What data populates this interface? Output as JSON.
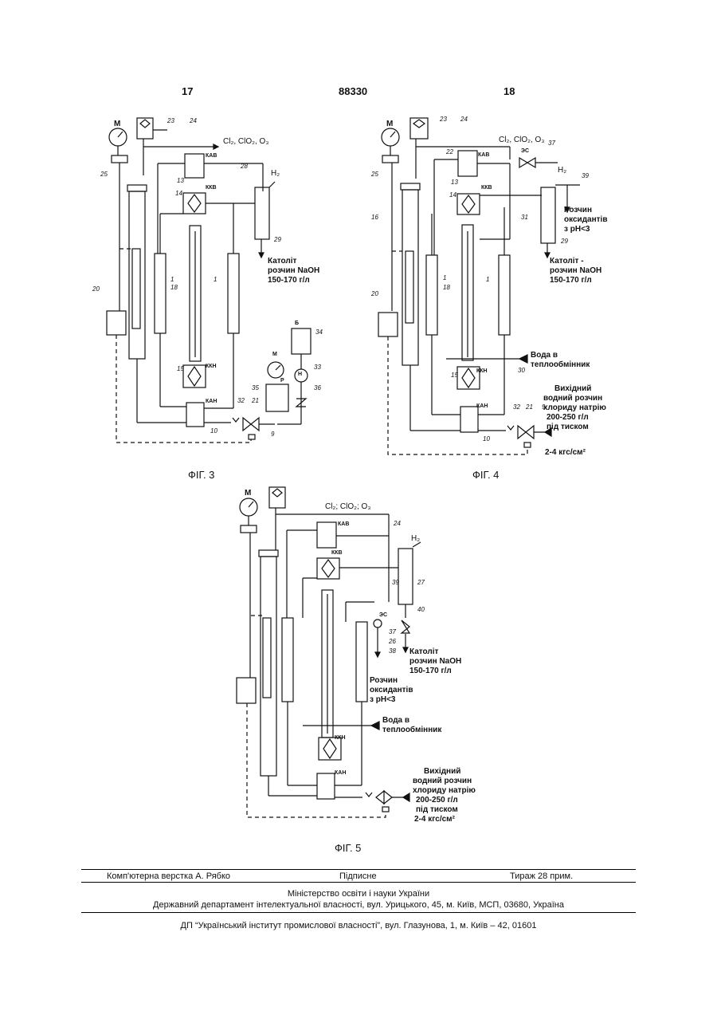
{
  "header": {
    "page_left": "17",
    "patent_number": "88330",
    "page_right": "18"
  },
  "fig3": {
    "caption": "ФІГ. 3",
    "gas": "Cl₂, ClO₂, O₃",
    "gauge": "M",
    "h2": "H₂",
    "catholyte": [
      "Католіт",
      "розчин NaOH",
      "150-170 г/л"
    ],
    "tags": {
      "kav": "КАВ",
      "kkv": "ККВ",
      "kkn": "ККН",
      "kan": "КАН",
      "b": "Б",
      "p": "Р",
      "n": "Н",
      "m2": "М"
    },
    "nums": {
      "n23": "23",
      "n24": "24",
      "n25": "25",
      "n28": "28",
      "n29": "29",
      "n13": "13",
      "n14": "14",
      "n1a": "1",
      "n1b": "1",
      "n18": "18",
      "n20": "20",
      "n15": "15",
      "n34": "34",
      "n33": "33",
      "n35": "35",
      "n36": "36",
      "n32": "32",
      "n21": "21",
      "n10": "10",
      "n9": "9"
    }
  },
  "fig4": {
    "caption": "ФІГ. 4",
    "gas": "Cl₂, ClO₂, O₃",
    "gauge": "M",
    "h2": "H₂",
    "oxidants": [
      "Розчин",
      "оксидантів",
      "з рН<3"
    ],
    "catholyte": [
      "Католіт -",
      "розчин NaOH",
      "150-170 г/л"
    ],
    "water": [
      "Вода в",
      "теплообмінник"
    ],
    "feed": [
      "Вихідний",
      "водний розчин",
      "хлориду натрію",
      "200-250 г/л",
      "під тиском",
      "2-4 кгс/см²"
    ],
    "tags": {
      "kav": "КАВ",
      "kkv": "ККВ",
      "kkn": "ККН",
      "kan": "КАН",
      "es": "ЭС"
    },
    "nums": {
      "n23": "23",
      "n24": "24",
      "n37": "37",
      "n22": "22",
      "n25": "25",
      "n13": "13",
      "n14": "14",
      "n16": "16",
      "n39": "39",
      "n31": "31",
      "n29": "29",
      "n1a": "1",
      "n18": "18",
      "n1b": "1",
      "n20": "20",
      "n15": "15",
      "n30": "30",
      "n32": "32",
      "n21": "21",
      "n9": "9",
      "n10": "10"
    }
  },
  "fig5": {
    "caption": "ФІГ. 5",
    "gas": "Cl₂; ClO₂; O₃",
    "gauge": "M",
    "h2": "H₂",
    "catholyte": [
      "Католіт",
      "розчин NaOH",
      "150-170 г/л"
    ],
    "oxidants": [
      "Розчин",
      "оксидантів",
      "з рН<3"
    ],
    "water": [
      "Вода в",
      "теплообмінник"
    ],
    "feed": [
      "Вихідний",
      "водний розчин",
      "хлориду натрію",
      "200-250 г/л",
      "під тиском",
      "2-4 кгс/см²"
    ],
    "tags": {
      "kav": "КАВ",
      "kkv": "ККВ",
      "kkn": "ККН",
      "kan": "КАН",
      "es": "ЭС"
    },
    "nums": {
      "n24": "24",
      "n39": "39",
      "n27": "27",
      "n40": "40",
      "n37": "37",
      "n26": "26",
      "n38": "38"
    }
  },
  "footer": {
    "layout_by": "Комп'ютерна верстка А. Рябко",
    "signed": "Підписне",
    "circulation": "Тираж 28 прим.",
    "ministry": "Міністерство освіти і науки України",
    "department": "Державний департамент інтелектуальної власності, вул. Урицького, 45, м. Київ, МСП, 03680, Україна",
    "institute": "ДП “Український інститут промислової власності”, вул. Глазунова, 1, м. Київ – 42, 01601"
  }
}
